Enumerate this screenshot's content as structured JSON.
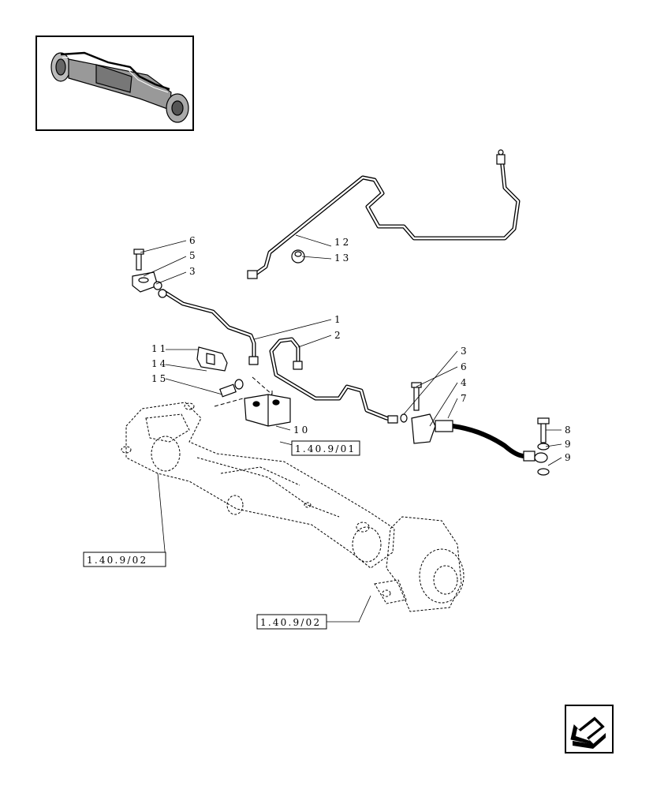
{
  "thumbnail": {
    "icon": "axle-assembly-thumbnail"
  },
  "callouts": {
    "c1": "1",
    "c2": "2",
    "c3a": "3",
    "c3b": "3",
    "c4": "4",
    "c5": "5",
    "c6a": "6",
    "c6b": "6",
    "c7": "7",
    "c8": "8",
    "c9a": "9",
    "c9b": "9",
    "c10": "10",
    "c11": "11",
    "c12": "12",
    "c13": "13",
    "c14": "14",
    "c15": "15"
  },
  "references": {
    "ref_axle_body": "1.40.9/01",
    "ref_left_hub": "1.40.9/02",
    "ref_right_hub": "1.40.9/02"
  },
  "navigation": {
    "icon": "back-arrow-icon"
  }
}
